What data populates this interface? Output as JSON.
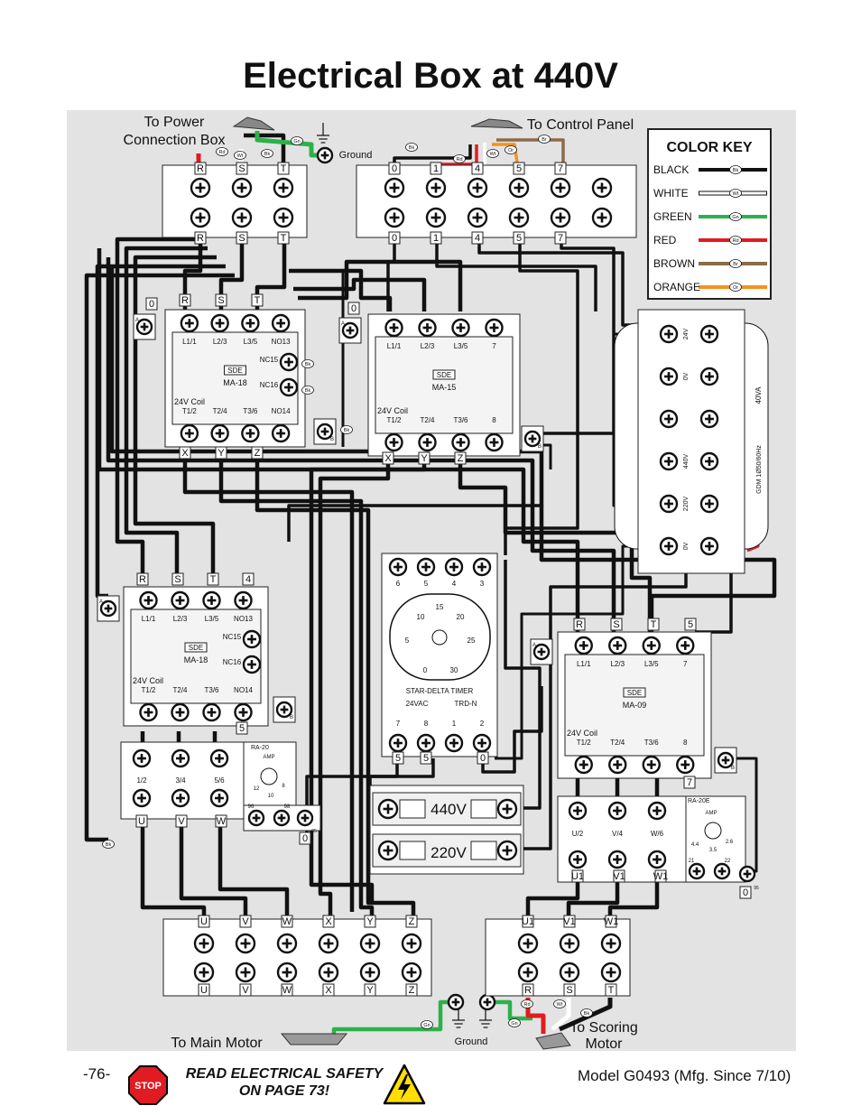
{
  "page": {
    "title": "Electrical Box at 440V",
    "page_number": "-76-",
    "model": "Model G0493 (Mfg. Since 7/10)",
    "safety_line1": "READ ELECTRICAL SAFETY",
    "safety_line2": "ON PAGE 73!",
    "stop_text": "STOP"
  },
  "labels": {
    "to_power": [
      "To Power",
      "Connection Box"
    ],
    "to_control": "To Control Panel",
    "to_main_motor": "To Main Motor",
    "to_scoring": [
      "To Scoring",
      "Motor"
    ],
    "ground": "Ground"
  },
  "color_key": {
    "title": "COLOR KEY",
    "items": [
      {
        "name": "BLACK",
        "code": "Bk",
        "color": "#111111"
      },
      {
        "name": "WHITE",
        "code": "Wt",
        "color": "#ffffff"
      },
      {
        "name": "GREEN",
        "code": "Gn",
        "color": "#2db04b"
      },
      {
        "name": "RED",
        "code": "Rd",
        "color": "#e11b22"
      },
      {
        "name": "BROWN",
        "code": "Br",
        "color": "#8b6b4a"
      },
      {
        "name": "ORANGE",
        "code": "Or",
        "color": "#f39220"
      }
    ]
  },
  "terminals": {
    "power_top": [
      "R",
      "S",
      "T"
    ],
    "power_bottom": [
      "R",
      "S",
      "T"
    ],
    "control_top": [
      "0",
      "1",
      "4",
      "5",
      "7"
    ],
    "control_bottom": [
      "0",
      "1",
      "4",
      "5",
      "7"
    ],
    "main_motor_top": [
      "U",
      "V",
      "W",
      "X",
      "Y",
      "Z"
    ],
    "main_motor_bottom": [
      "U",
      "V",
      "W",
      "X",
      "Y",
      "Z"
    ],
    "scoring_top": [
      "U1",
      "V1",
      "W1"
    ],
    "scoring_bottom": [
      "R",
      "S",
      "T"
    ]
  },
  "contactors": {
    "c1": {
      "sde": "SDE",
      "model": "MA-18",
      "coil": "24V Coil",
      "top": [
        "L1/1",
        "L2/3",
        "L3/5",
        "NO13"
      ],
      "bottom": [
        "T1/2",
        "T2/4",
        "T3/6",
        "NO14"
      ],
      "nc": [
        "NC15",
        "NC16"
      ],
      "in": [
        "R",
        "S",
        "T"
      ],
      "out": [
        "X",
        "Y",
        "Z"
      ],
      "a": "0"
    },
    "c2": {
      "sde": "SDE",
      "model": "MA-15",
      "coil": "24V Coil",
      "top": [
        "L1/1",
        "L2/3",
        "L3/5",
        "7"
      ],
      "bottom": [
        "T1/2",
        "T2/4",
        "T3/6",
        "8"
      ],
      "out": [
        "X",
        "Y",
        "Z"
      ],
      "a": "0"
    },
    "c3": {
      "sde": "SDE",
      "model": "MA-18",
      "coil": "24V Coil",
      "top": [
        "L1/1",
        "L2/3",
        "L3/5",
        "NO13"
      ],
      "bottom": [
        "T1/2",
        "T2/4",
        "T3/6",
        "NO14"
      ],
      "nc": [
        "NC15",
        "NC16"
      ],
      "in": [
        "R",
        "S",
        "T",
        "4"
      ],
      "extra": "5"
    },
    "c4": {
      "sde": "SDE",
      "model": "MA-09",
      "coil": "24V Coil",
      "top": [
        "L1/1",
        "L2/3",
        "L3/5",
        "7"
      ],
      "bottom": [
        "T1/2",
        "T2/4",
        "T3/6",
        "8"
      ],
      "in": [
        "R",
        "S",
        "T",
        "5"
      ],
      "extra": "7"
    }
  },
  "overload_main": {
    "model": "RA-20",
    "amp": "AMP",
    "scale": [
      "12",
      "8",
      "10"
    ],
    "cols": [
      "1/2",
      "3/4",
      "5/6"
    ],
    "out": [
      "U",
      "V",
      "W"
    ],
    "aux": [
      "96",
      "98",
      "95"
    ],
    "zero": "0"
  },
  "overload_scoring": {
    "model": "RA-20E",
    "amp": "AMP",
    "scale": [
      "4.4",
      "2.6",
      "3.5"
    ],
    "cols": [
      "U/2",
      "V/4",
      "W/6"
    ],
    "out": [
      "U1",
      "V1",
      "W1"
    ],
    "aux": [
      "21",
      "22",
      "95"
    ],
    "zero": "0"
  },
  "timer": {
    "name": "STAR-DELTA TIMER",
    "voltage": "24VAC",
    "model": "TRD-N",
    "top": [
      "6",
      "5",
      "4",
      "3"
    ],
    "bottom": [
      "7",
      "8",
      "1",
      "2"
    ],
    "dial": [
      "15",
      "10",
      "20",
      "5",
      "25",
      "0",
      "30"
    ],
    "feet": [
      "5",
      "5",
      "0"
    ]
  },
  "voltage_select": {
    "a": "440V",
    "b": "220V"
  },
  "transformer": {
    "taps": [
      "24V",
      "0V",
      "440V",
      "220V",
      "0V"
    ],
    "rating": "40VA",
    "model": "GDM 1Ø50/60Hz"
  },
  "misc": {
    "a": "A",
    "b": "B"
  }
}
